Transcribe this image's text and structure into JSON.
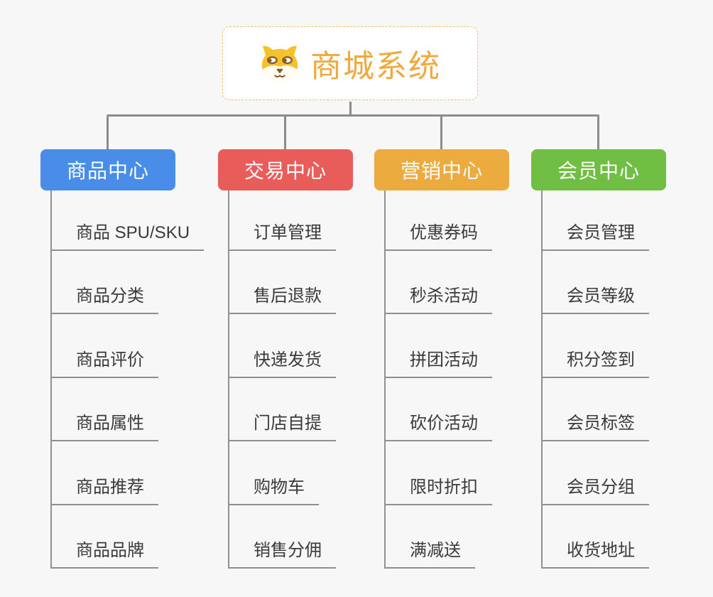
{
  "page": {
    "background": "#f7f7f7",
    "connector_color": "#8c8c8c"
  },
  "root": {
    "title": "商城系统",
    "icon": "dog-face-icon",
    "accent_color": "#f0a93c",
    "border_color": "#f2c071",
    "background": "#ffffff"
  },
  "branches": [
    {
      "id": "product-center",
      "label": "商品中心",
      "color": "#4a8de8",
      "children": [
        "商品 SPU/SKU",
        "商品分类",
        "商品评价",
        "商品属性",
        "商品推荐",
        "商品品牌"
      ]
    },
    {
      "id": "trade-center",
      "label": "交易中心",
      "color": "#e85c5a",
      "children": [
        "订单管理",
        "售后退款",
        "快递发货",
        "门店自提",
        "购物车",
        "销售分佣"
      ]
    },
    {
      "id": "marketing-center",
      "label": "营销中心",
      "color": "#ebab3f",
      "children": [
        "优惠券码",
        "秒杀活动",
        "拼团活动",
        "砍价活动",
        "限时折扣",
        "满减送"
      ]
    },
    {
      "id": "member-center",
      "label": "会员中心",
      "color": "#70bf44",
      "children": [
        "会员管理",
        "会员等级",
        "积分签到",
        "会员标签",
        "会员分组",
        "收货地址"
      ]
    }
  ]
}
